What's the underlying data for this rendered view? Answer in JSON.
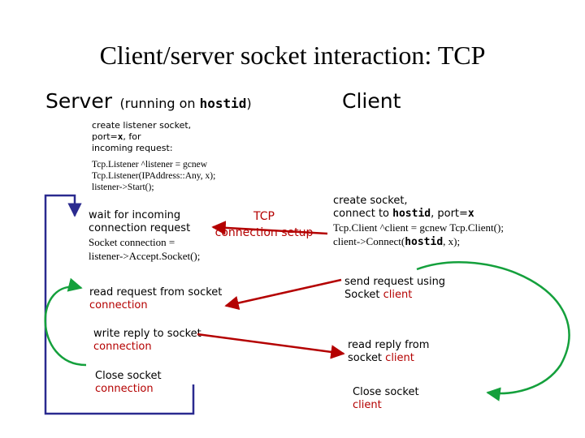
{
  "title": "Client/server socket interaction: TCP",
  "server_header": {
    "label": "Server",
    "note_prefix": "(running on ",
    "note_host": "hostid",
    "note_suffix": ")"
  },
  "client_header": {
    "label": "Client"
  },
  "server": {
    "create": {
      "line1": "create listener socket,",
      "line2_prefix": "port=",
      "line2_var": "x",
      "line2_suffix": ", for",
      "line3": "incoming request:"
    },
    "code1": {
      "line1": "Tcp.Listener ^listener = gcnew",
      "line2": "Tcp.Listener(IPAddress::Any, x);",
      "line3": "listener->Start();"
    },
    "wait": {
      "line1": "wait for incoming",
      "line2": "connection request",
      "code1": "Socket connection =",
      "code2": "listener->Accept.Socket();"
    },
    "read": {
      "line1": "read request from socket",
      "line2": "connection"
    },
    "write": {
      "line1": "write reply to socket",
      "line2": "connection"
    },
    "close": {
      "line1": "Close socket",
      "line2": "connection"
    }
  },
  "setup": {
    "line1": "TCP",
    "line2": "connection setup"
  },
  "client": {
    "create": {
      "line1": "create socket,",
      "line2_prefix": "connect to ",
      "line2_host": "hostid",
      "line2_mid": ", port=",
      "line2_var": "x",
      "code1": "Tcp.Client ^client = gcnew Tcp.Client();",
      "code2_prefix": "client->Connect(",
      "code2_host": "hostid",
      "code2_suffix": ", x);"
    },
    "send": {
      "line1": "send request using",
      "line2_prefix": "Socket ",
      "line2_red": "client"
    },
    "read": {
      "line1": "read reply from",
      "line2_prefix": "socket ",
      "line2_red": "client"
    },
    "close": {
      "line1": "Close socket",
      "line2": "client"
    }
  },
  "colors": {
    "accent_red": "#b40000",
    "loop_green": "#14a03c",
    "arrow_blue": "#2a2a8f"
  }
}
